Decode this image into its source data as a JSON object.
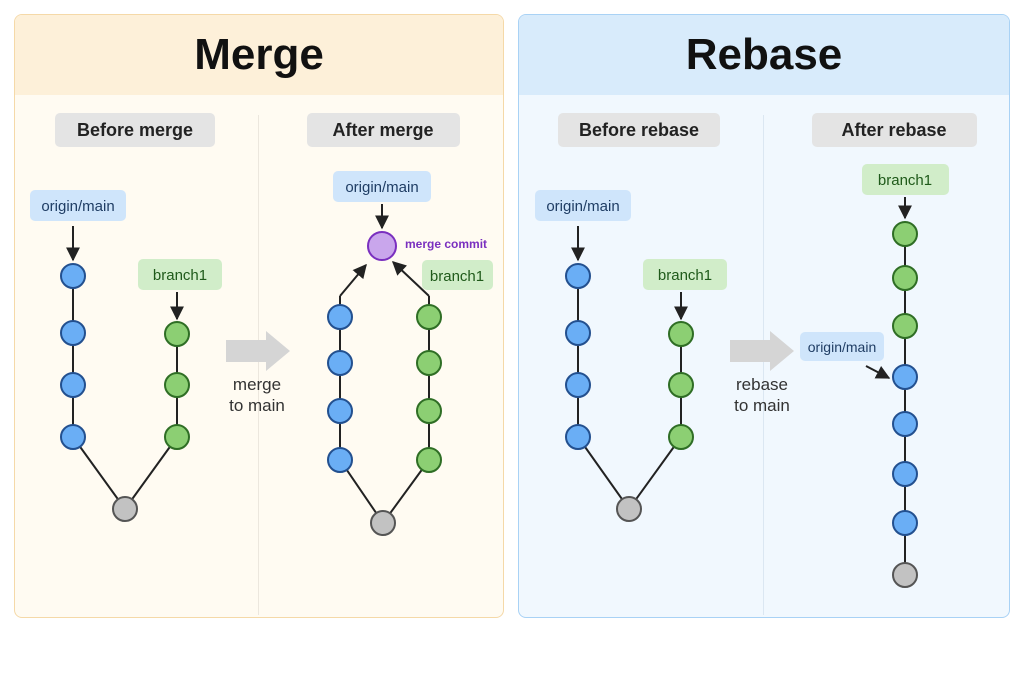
{
  "merge_panel": {
    "title": "Merge",
    "before_label": "Before merge",
    "after_label": "After merge",
    "action_line1": "merge",
    "action_line2": "to main",
    "before_main_tag": "origin/main",
    "before_branch_tag": "branch1",
    "after_main_tag": "origin/main",
    "after_branch_tag": "branch1",
    "merge_commit_label": "merge commit"
  },
  "rebase_panel": {
    "title": "Rebase",
    "before_label": "Before rebase",
    "after_label": "After rebase",
    "action_line1": "rebase",
    "action_line2": "to main",
    "before_main_tag": "origin/main",
    "before_branch_tag": "branch1",
    "after_branch_tag": "branch1",
    "after_main_tag": "origin/main"
  },
  "colors": {
    "main_commit": "#6aaef5",
    "branch_commit": "#8ccf73",
    "base_commit": "#c2c2c2",
    "merge_commit": "#c9a6ec",
    "main_tag_bg": "#cfe5fb",
    "branch_tag_bg": "#d1edc9",
    "merge_accent": "#7a2fbf"
  }
}
